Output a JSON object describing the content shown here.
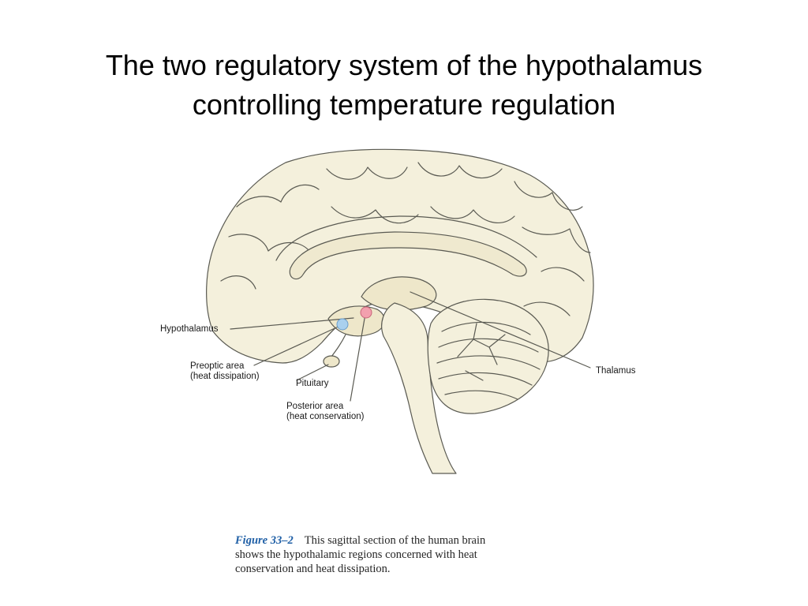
{
  "slide": {
    "title_line1": "The two regulatory system of the hypothalamus",
    "title_line2": "controlling temperature regulation"
  },
  "diagram": {
    "labels": {
      "hypothalamus": "Hypothalamus",
      "preoptic_line1": "Preoptic area",
      "preoptic_line2": "(heat dissipation)",
      "pituitary": "Pituitary",
      "posterior_line1": "Posterior area",
      "posterior_line2": "(heat conservation)",
      "thalamus": "Thalamus"
    },
    "colors": {
      "brain_fill": "#f4f0dc",
      "outline": "#5a5a52",
      "preoptic_marker": "#a9d0ee",
      "posterior_marker": "#f2a0ae"
    }
  },
  "caption": {
    "figure_number": "Figure 33–2",
    "line1": "This sagittal section of the human brain",
    "line2": "shows the hypothalamic regions concerned with heat",
    "line3": "conservation and heat dissipation."
  }
}
